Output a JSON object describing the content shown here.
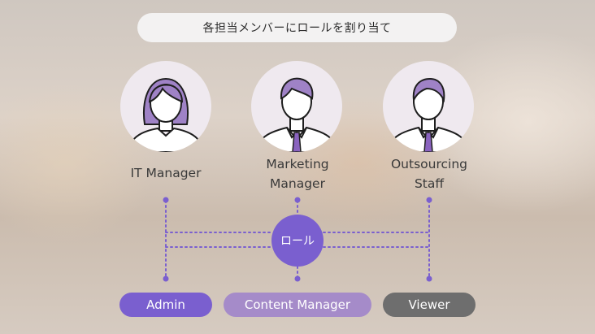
{
  "title": "各担当メンバーにロールを割り当て",
  "members": [
    {
      "label_line1": "IT Manager",
      "label_line2": "",
      "avatar": "female-user-icon"
    },
    {
      "label_line1": "Marketing",
      "label_line2": "Manager",
      "avatar": "male-user-with-tie-icon"
    },
    {
      "label_line1": "Outsourcing",
      "label_line2": "Staff",
      "avatar": "male-user-with-tie-icon"
    }
  ],
  "center_label": "ロール",
  "roles": [
    {
      "label": "Admin",
      "color": "#7a5fcf"
    },
    {
      "label": "Content Manager",
      "color": "#a58bc9"
    },
    {
      "label": "Viewer",
      "color": "#6e6e6e"
    }
  ],
  "colors": {
    "accent": "#7a5fcf",
    "hair": "#9f82c6",
    "tie": "#8a63bf",
    "connector": "#7a5fcf"
  }
}
